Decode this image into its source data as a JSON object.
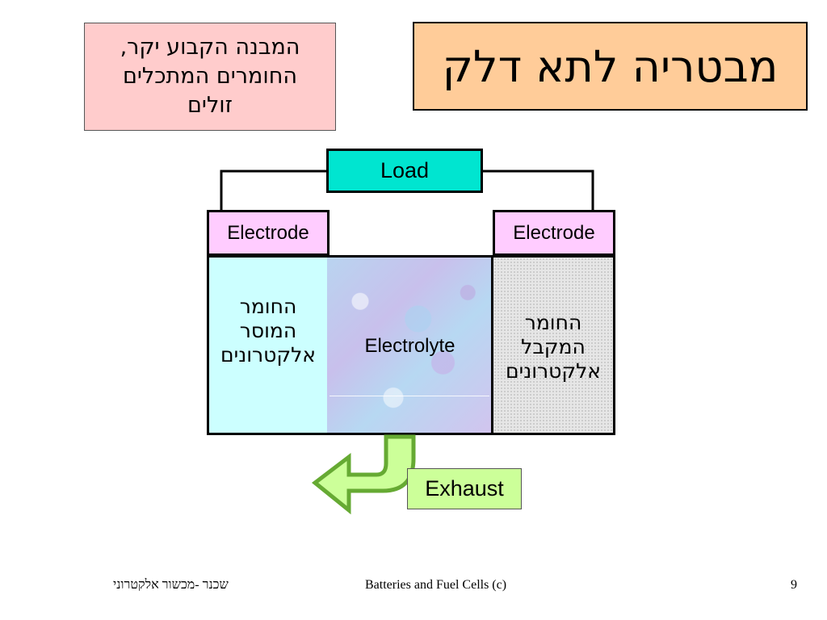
{
  "slide": {
    "title": "מבטריה לתא דלק",
    "note": "המבנה הקבוע יקר,\nהחומרים המתכלים\nזולים",
    "load_label": "Load",
    "electrode_left_label": "Electrode",
    "electrode_right_label": "Electrode",
    "anode_text": "החומר\nהמוסר\nאלקטרונים",
    "electrolyte_label": "Electrolyte",
    "cathode_text": "החומר\nהמקבל\nאלקטרונים",
    "exhaust_label": "Exhaust"
  },
  "footer": {
    "left": "שכנר -מכשור אלקטרוני",
    "center": "Batteries and Fuel Cells (c)",
    "page_number": "9"
  },
  "colors": {
    "title_fill": "#ffcc99",
    "note_fill": "#ffcccc",
    "load_fill": "#00e5d0",
    "electrode_fill": "#ffccff",
    "anode_fill": "#ccffff",
    "cathode_fill": "#e6e6e6",
    "exhaust_fill": "#ccff99",
    "arrow_fill": "#ccff99",
    "arrow_stroke": "#66aa33"
  },
  "icons": {
    "exhaust_arrow": "curved-arrow-icon"
  }
}
